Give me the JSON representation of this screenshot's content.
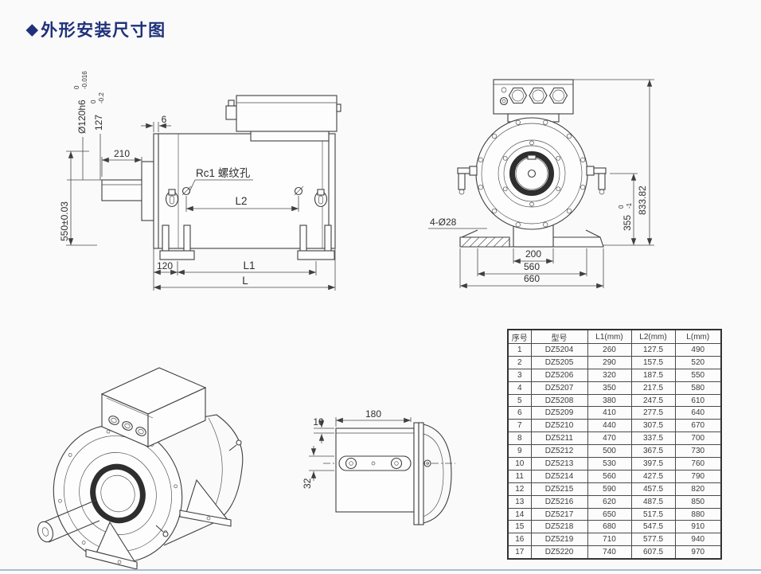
{
  "title": {
    "bullet": "◆",
    "text": "外形安装尺寸图"
  },
  "side_view": {
    "shaft_dia": "Ø120h6",
    "shaft_dia_tol_up": "0",
    "shaft_dia_tol_dn": "-0.016",
    "dim_127": "127",
    "dim_127_tol_up": "0",
    "dim_127_tol_dn": "-0.2",
    "dim_6": "6",
    "dim_210": "210",
    "dim_550": "550±0.03",
    "thread_label": "Rc1 螺纹孔",
    "dim_l2": "L2",
    "dim_120": "120",
    "dim_l1": "L1",
    "dim_l": "L"
  },
  "front_view": {
    "holes_label": "4-Ø28",
    "dim_200": "200",
    "dim_560": "560",
    "dim_660": "660",
    "dim_355": "355",
    "dim_355_tol_up": "0",
    "dim_355_tol_dn": "-1",
    "dim_833": "833.82"
  },
  "detail_view": {
    "dim_180": "180",
    "dim_10": "10",
    "dim_32": "32"
  },
  "table": {
    "headers": [
      "序号",
      "型号",
      "L1(mm)",
      "L2(mm)",
      "L(mm)"
    ],
    "rows": [
      [
        "1",
        "DZ5204",
        "260",
        "127.5",
        "490"
      ],
      [
        "2",
        "DZ5205",
        "290",
        "157.5",
        "520"
      ],
      [
        "3",
        "DZ5206",
        "320",
        "187.5",
        "550"
      ],
      [
        "4",
        "DZ5207",
        "350",
        "217.5",
        "580"
      ],
      [
        "5",
        "DZ5208",
        "380",
        "247.5",
        "610"
      ],
      [
        "6",
        "DZ5209",
        "410",
        "277.5",
        "640"
      ],
      [
        "7",
        "DZ5210",
        "440",
        "307.5",
        "670"
      ],
      [
        "8",
        "DZ5211",
        "470",
        "337.5",
        "700"
      ],
      [
        "9",
        "DZ5212",
        "500",
        "367.5",
        "730"
      ],
      [
        "10",
        "DZ5213",
        "530",
        "397.5",
        "760"
      ],
      [
        "11",
        "DZ5214",
        "560",
        "427.5",
        "790"
      ],
      [
        "12",
        "DZ5215",
        "590",
        "457.5",
        "820"
      ],
      [
        "13",
        "DZ5216",
        "620",
        "487.5",
        "850"
      ],
      [
        "14",
        "DZ5217",
        "650",
        "517.5",
        "880"
      ],
      [
        "15",
        "DZ5218",
        "680",
        "547.5",
        "910"
      ],
      [
        "16",
        "DZ5219",
        "710",
        "577.5",
        "940"
      ],
      [
        "17",
        "DZ5220",
        "740",
        "607.5",
        "970"
      ]
    ]
  },
  "colors": {
    "title": "#20317a",
    "bottom_rule": "#a9bccd",
    "line": "#3f3f3f"
  }
}
